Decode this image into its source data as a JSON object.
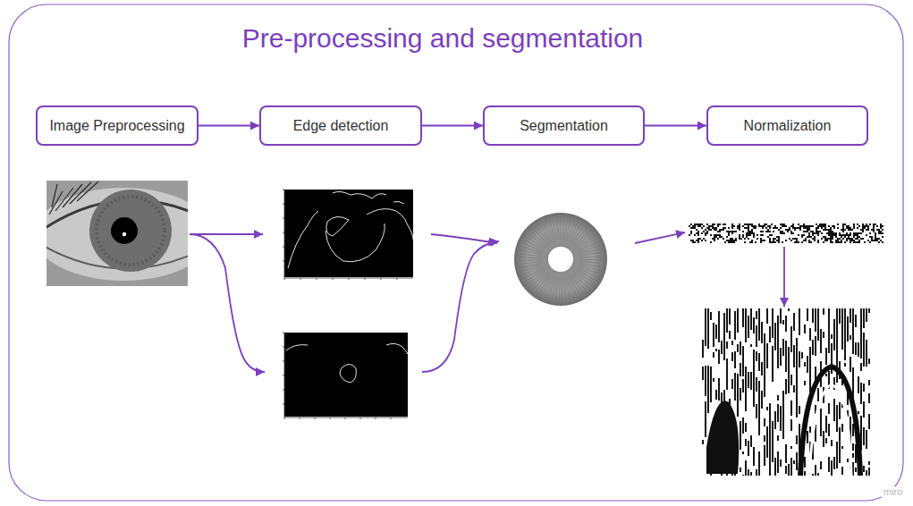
{
  "diagram": {
    "title": "Pre-processing and segmentation",
    "nodes": [
      {
        "text": [
          "Image Preprocessing"
        ]
      },
      {
        "text": [
          "Edge detection"
        ]
      },
      {
        "text": [
          "Segmentation"
        ]
      },
      {
        "text": [
          "Normalization"
        ]
      }
    ],
    "edges": [
      {
        "from": 0,
        "to": 1,
        "arrow": "to"
      },
      {
        "from": 1,
        "to": 2,
        "arrow": "to"
      },
      {
        "from": 2,
        "to": 3,
        "arrow": "to"
      }
    ],
    "labels": [
      "miro"
    ]
  }
}
